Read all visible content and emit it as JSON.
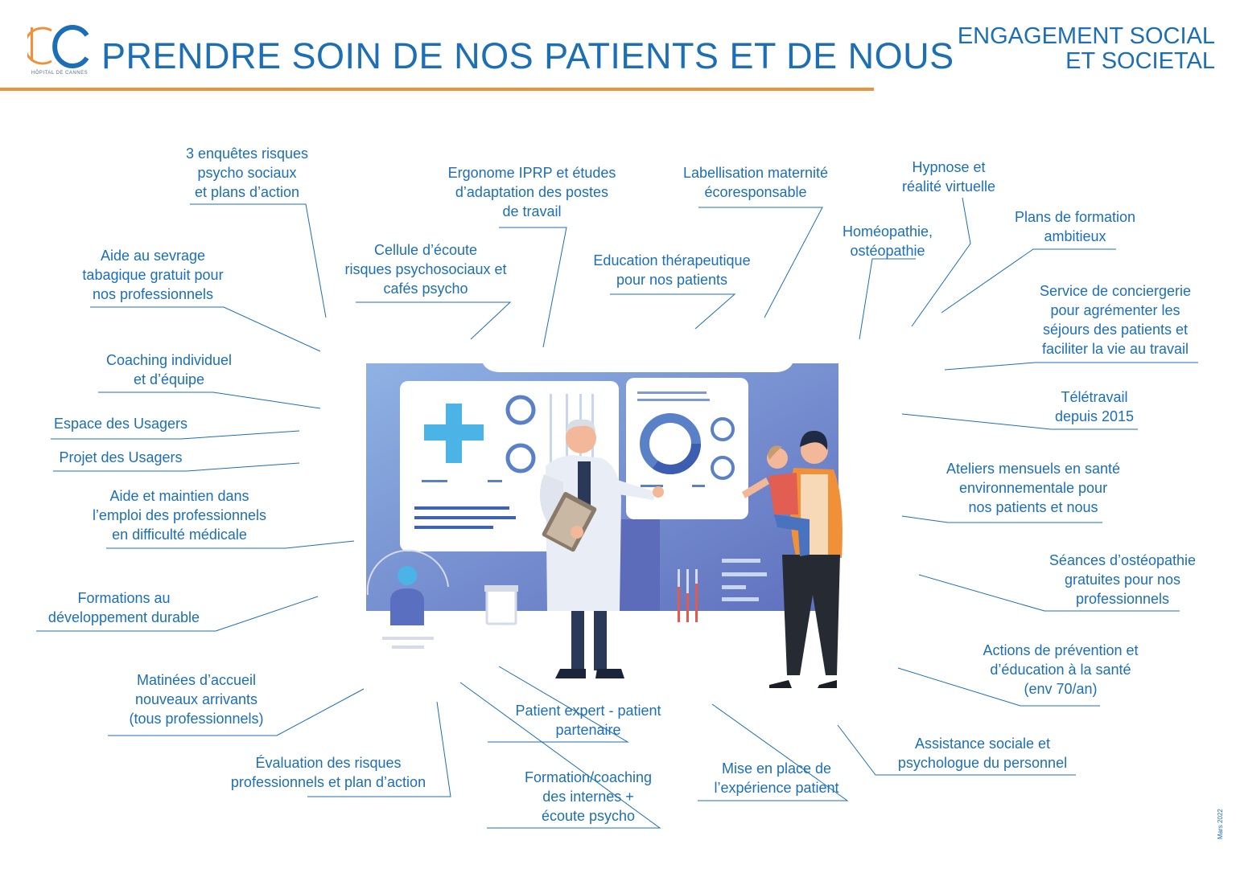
{
  "header": {
    "logo_text": "HÔPITAL DE CANNES",
    "title": "PRENDRE SOIN DE NOS PATIENTS ET DE NOUS",
    "engagement_line1": "ENGAGEMENT SOCIAL",
    "engagement_line2": "ET SOCIETAL"
  },
  "labels": {
    "l1": [
      "3 enquêtes risques",
      "psycho sociaux",
      "et plans d’action"
    ],
    "l2": [
      "Aide au sevrage",
      "tabagique gratuit pour",
      "nos professionnels"
    ],
    "l3": [
      "Coaching individuel",
      "et d’équipe"
    ],
    "l4": [
      "Espace des Usagers"
    ],
    "l5": [
      "Projet des Usagers"
    ],
    "l6": [
      "Aide et maintien dans",
      "l’emploi des professionnels",
      "en difficulté médicale"
    ],
    "l7": [
      "Formations au",
      "développement durable"
    ],
    "l8": [
      "Matinées d’accueil",
      "nouveaux arrivants",
      "(tous professionnels)"
    ],
    "l9": [
      "Évaluation des risques",
      "professionnels et plan d’action"
    ],
    "l10": [
      "Formation/coaching",
      "des internes +",
      "écoute psycho"
    ],
    "l11": [
      "Patient expert - patient",
      "partenaire"
    ],
    "l12": [
      "Mise en place de",
      "l’expérience patient"
    ],
    "l13": [
      "Assistance sociale et",
      "psychologue du personnel"
    ],
    "l14": [
      "Actions de prévention et",
      "d’éducation à la santé",
      "(env 70/an)"
    ],
    "l15": [
      "Séances d’ostéopathie",
      "gratuites pour nos",
      "professionnels"
    ],
    "l16": [
      "Ateliers mensuels en santé",
      "environnementale pour",
      "nos patients et nous"
    ],
    "l17": [
      "Télétravail",
      "depuis 2015"
    ],
    "l18": [
      "Service de conciergerie",
      "pour agrémenter les",
      "séjours des patients et",
      "faciliter la vie au travail"
    ],
    "l19": [
      "Plans de formation",
      "ambitieux"
    ],
    "l20": [
      "Hypnose et",
      "réalité virtuelle"
    ],
    "l21": [
      "Homéopathie,",
      "ostéopathie"
    ],
    "l22": [
      "Labellisation maternité",
      "écoresponsable"
    ],
    "l23": [
      "Education thérapeutique",
      "pour nos patients"
    ],
    "l24": [
      "Ergonome IPRP et études",
      "d’adaptation des postes",
      "de travail"
    ],
    "l25": [
      "Cellule d’écoute",
      "risques psychosociaux et",
      "cafés psycho"
    ]
  },
  "footer": {
    "date": "Mars 2022"
  },
  "colors": {
    "primary": "#1c6fb4",
    "accent": "#f0913a",
    "panel": "#6f8fcc"
  }
}
